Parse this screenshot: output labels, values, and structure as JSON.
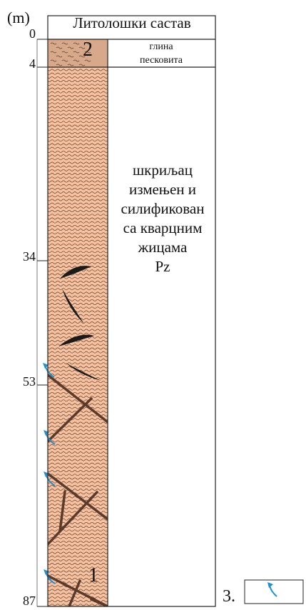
{
  "axis": {
    "unit": "(m)",
    "depth_labels": [
      "0",
      "4",
      "34",
      "53",
      "87"
    ]
  },
  "header": {
    "title": "Литолошки састав"
  },
  "layers": [
    {
      "number": "2",
      "top_m": 0,
      "bottom_m": 4,
      "description": [
        "глина",
        "песковита"
      ],
      "fill_color": "#d7a98a"
    },
    {
      "number": "1",
      "top_m": 4,
      "bottom_m": 87,
      "description": [
        "шкриљац",
        "измењен и",
        "силификован",
        "са кварцним",
        "жицама",
        "Pz"
      ],
      "fill_color": "#f7c19f"
    }
  ],
  "legend": {
    "number": "3.",
    "icon": "blue-arrow-icon",
    "icon_color": "#1e8fd0"
  },
  "colors": {
    "outline": "#222222",
    "wave": "#5a4030",
    "vein": "#5a3a2a",
    "lens": "#1a1a1a",
    "arrow": "#1e8fd0"
  }
}
